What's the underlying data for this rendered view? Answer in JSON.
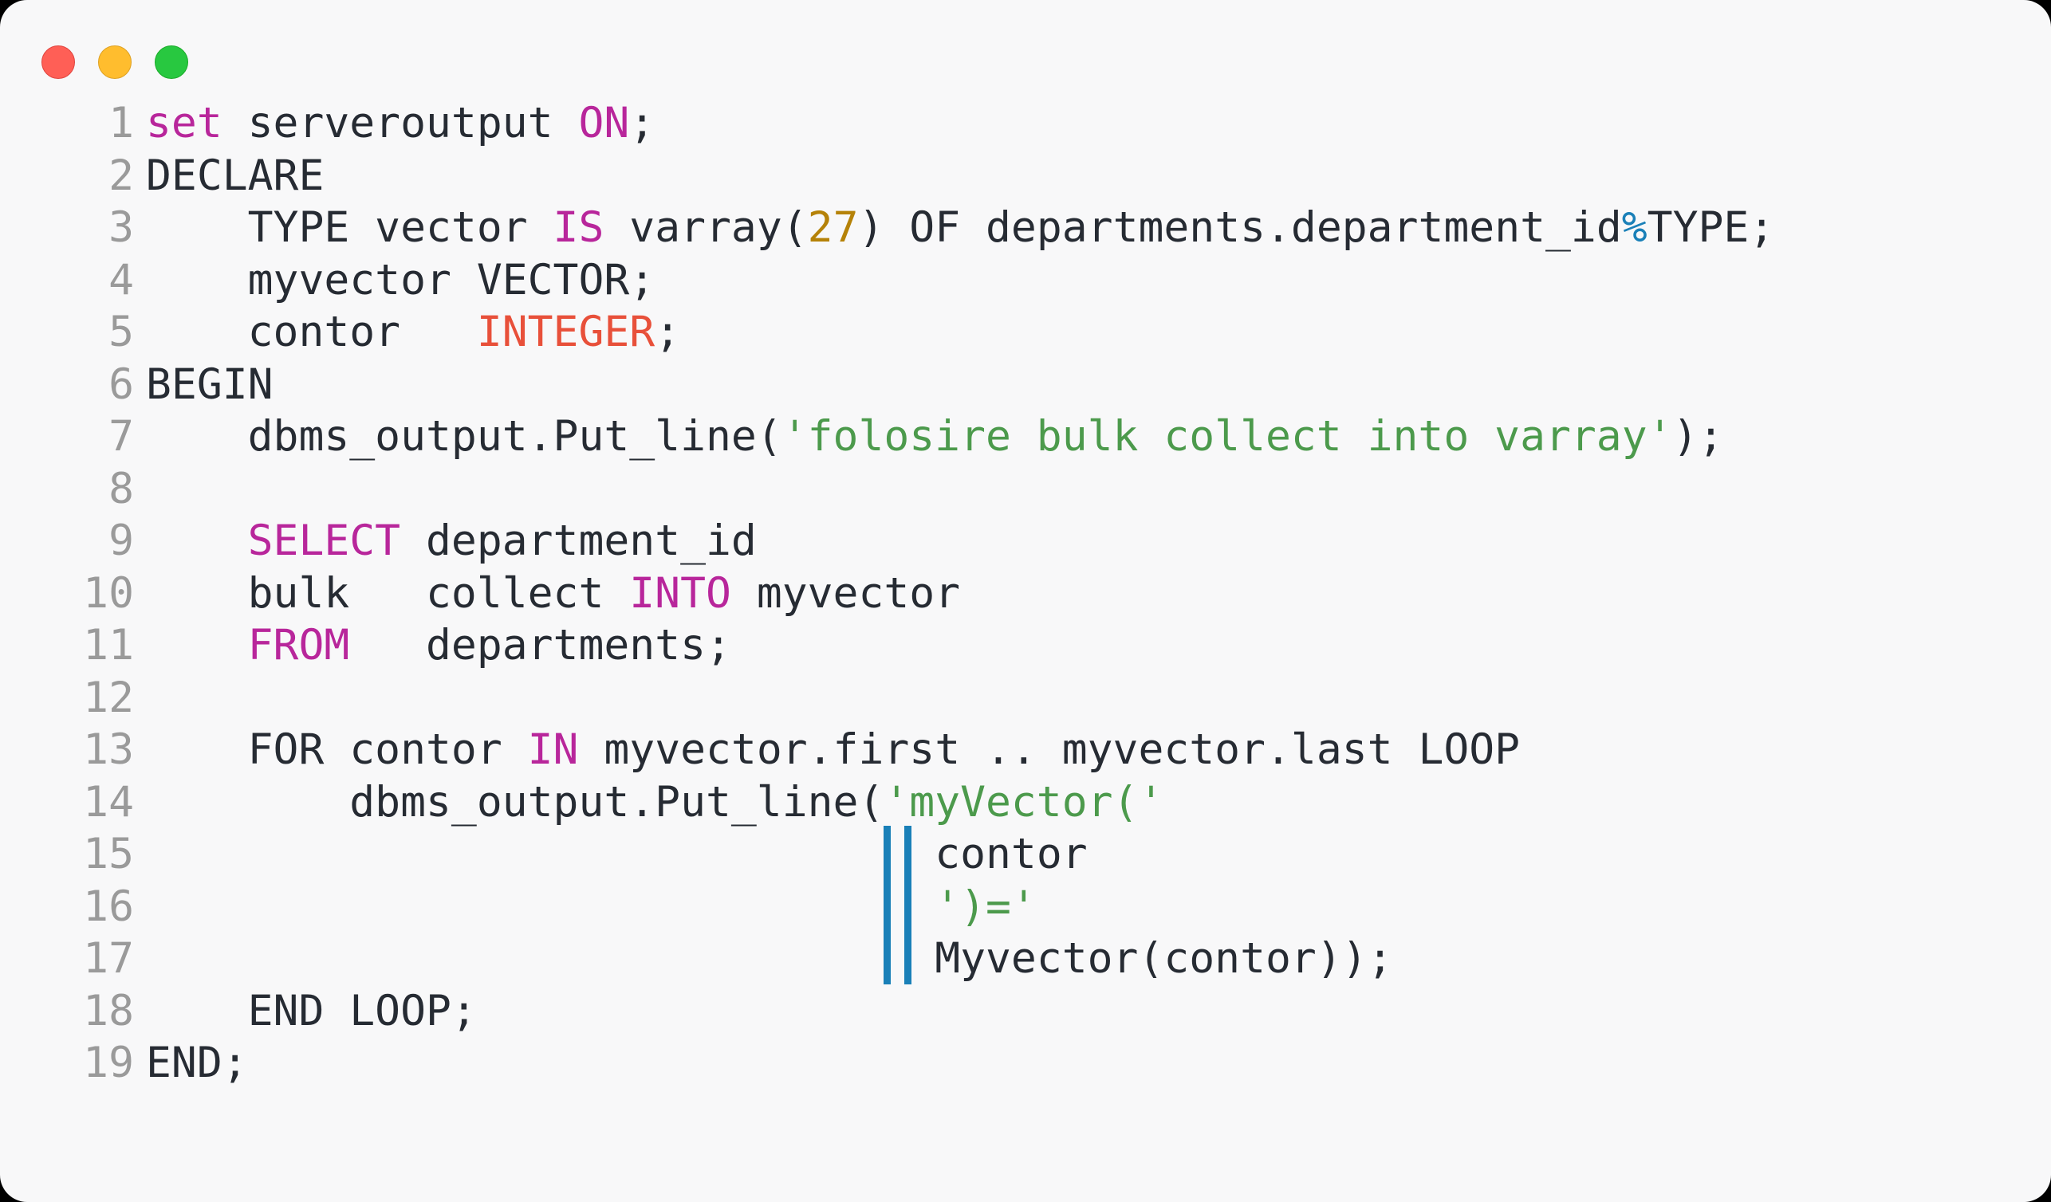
{
  "window": {
    "background_color": "#f8f8f9",
    "corner_radius": "34px",
    "traffic_lights": [
      {
        "name": "close",
        "color": "#ff5f56"
      },
      {
        "name": "minimize",
        "color": "#ffbd2e"
      },
      {
        "name": "maximize",
        "color": "#28c840"
      }
    ]
  },
  "theme": {
    "keyword_color": "#b8269b",
    "string_color": "#4c9a4c",
    "number_color": "#b58208",
    "type_color": "#e8503a",
    "operator_color": "#1a80b8",
    "plain_color": "#262b33",
    "lineno_color": "#9a9a9a"
  },
  "code": {
    "language": "PL/SQL",
    "line_count": 19,
    "lines": [
      {
        "n": "1",
        "text": "set serveroutput ON;"
      },
      {
        "n": "2",
        "text": "DECLARE"
      },
      {
        "n": "3",
        "text": "    TYPE vector IS varray(27) OF departments.department_id%TYPE;"
      },
      {
        "n": "4",
        "text": "    myvector VECTOR;"
      },
      {
        "n": "5",
        "text": "    contor   INTEGER;"
      },
      {
        "n": "6",
        "text": "BEGIN"
      },
      {
        "n": "7",
        "text": "    dbms_output.Put_line('folosire bulk collect into varray');"
      },
      {
        "n": "8",
        "text": ""
      },
      {
        "n": "9",
        "text": "    SELECT department_id"
      },
      {
        "n": "10",
        "text": "    bulk   collect INTO myvector"
      },
      {
        "n": "11",
        "text": "    FROM   departments;"
      },
      {
        "n": "12",
        "text": ""
      },
      {
        "n": "13",
        "text": "    FOR contor IN myvector.first .. myvector.last LOOP"
      },
      {
        "n": "14",
        "text": "        dbms_output.Put_line('myVector('"
      },
      {
        "n": "15",
        "text": "                             ||contor"
      },
      {
        "n": "16",
        "text": "                             ||')='"
      },
      {
        "n": "17",
        "text": "                             ||Myvector(contor));"
      },
      {
        "n": "18",
        "text": "    END LOOP;"
      },
      {
        "n": "19",
        "text": "END;"
      }
    ],
    "tokens": {
      "l1": {
        "kw1": "set",
        "plain1": " serveroutput ",
        "kw2": "ON",
        "plain2": ";"
      },
      "l2": {
        "plain1": "DECLARE"
      },
      "l3": {
        "plain1": "    TYPE vector ",
        "kw1": "IS",
        "plain2": " varray(",
        "num1": "27",
        "plain3": ") OF departments.department_id",
        "op1": "%",
        "plain4": "TYPE;"
      },
      "l4": {
        "plain1": "    myvector VECTOR;"
      },
      "l5": {
        "plain1": "    contor   ",
        "typ1": "INTEGER",
        "plain2": ";"
      },
      "l6": {
        "plain1": "BEGIN"
      },
      "l7": {
        "plain1": "    dbms_output.Put_line(",
        "str1": "'folosire bulk collect into varray'",
        "plain2": ");"
      },
      "l9": {
        "plain1": "    ",
        "kw1": "SELECT",
        "plain2": " department_id"
      },
      "l10": {
        "plain1": "    bulk   collect ",
        "kw1": "INTO",
        "plain2": " myvector"
      },
      "l11": {
        "plain1": "    ",
        "kw1": "FROM",
        "plain2": "   departments;"
      },
      "l13": {
        "plain1": "    FOR contor ",
        "kw1": "IN",
        "plain2": " myvector.first .. myvector.last LOOP"
      },
      "l14": {
        "plain1": "        dbms_output.Put_line(",
        "str1": "'myVector('"
      },
      "l15": {
        "indent": "                             ",
        "op1": "||",
        "plain1": "contor"
      },
      "l16": {
        "indent": "                             ",
        "op1": "||",
        "str1": "')='"
      },
      "l17": {
        "indent": "                             ",
        "op1": "||",
        "plain1": "Myvector(contor));"
      },
      "l18": {
        "plain1": "    END LOOP;"
      },
      "l19": {
        "plain1": "END;"
      }
    }
  }
}
